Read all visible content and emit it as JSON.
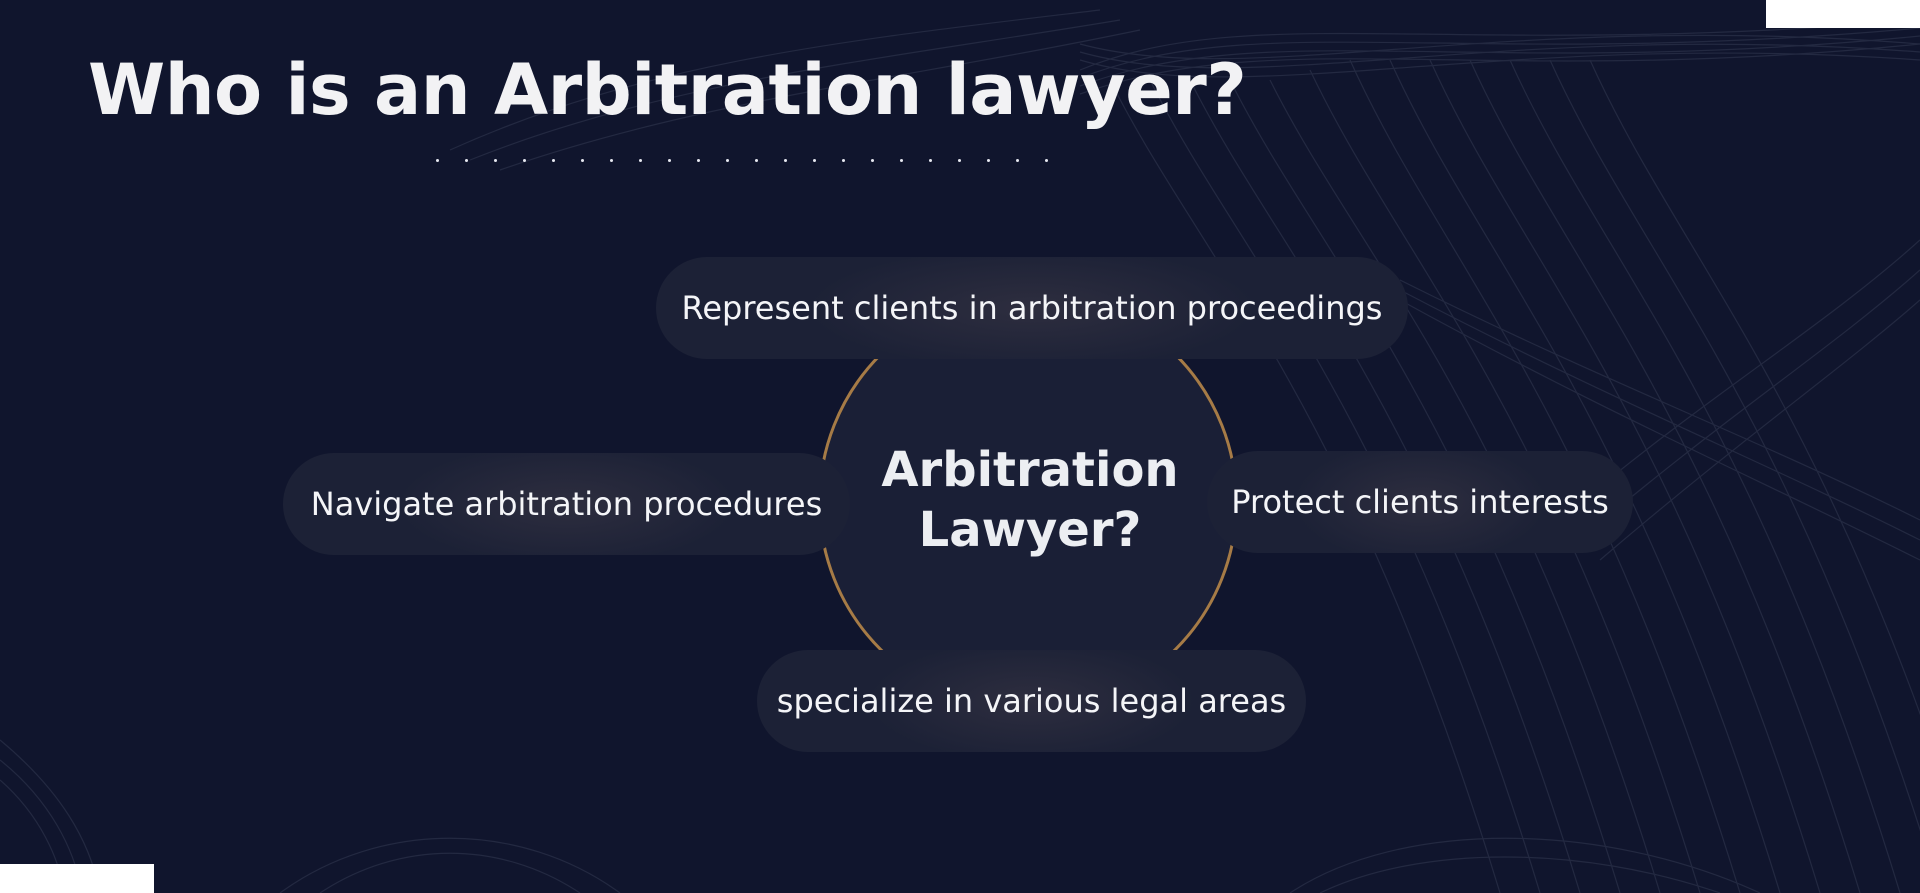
{
  "slide": {
    "title": "Who is an Arbitration lawyer?",
    "title_underline_dot_count": 22,
    "hub": {
      "line1": "Arbitration",
      "line2": "Lawyer?"
    },
    "points": {
      "top": "Represent clients in arbitration proceedings",
      "left": "Navigate arbitration procedures",
      "right": "Protect clients interests",
      "bottom": "specialize in various legal areas"
    }
  },
  "colors": {
    "background": "#10152d",
    "pill_fill": "#1c2136",
    "hub_fill": "#1a1f36",
    "hub_ring": "#a67b46",
    "text": "#f2f2f4",
    "corner_blocks": "#ffffff"
  }
}
